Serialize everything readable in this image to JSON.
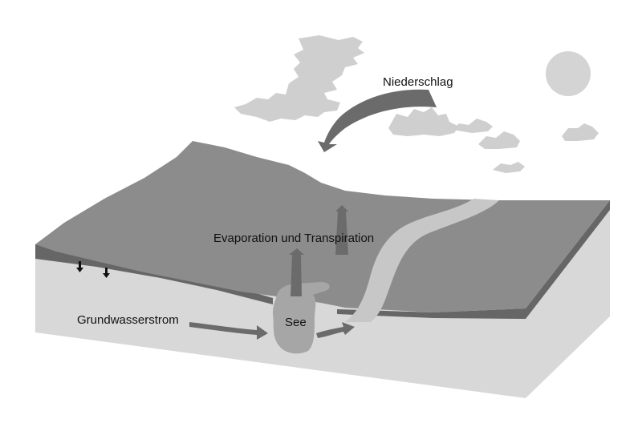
{
  "labels": {
    "precipitation": "Niederschlag",
    "evaporation": "Evaporation und Transpiration",
    "groundwater": "Grundwasserstrom",
    "lake": "See"
  },
  "colors": {
    "ground_side": "#d8d8d8",
    "ground_top": "#8c8c8c",
    "ground_edge": "#666666",
    "river": "#c7c7c7",
    "lake": "#a6a6a6",
    "arrow": "#6b6b6b",
    "cloud": "#cfcfcf",
    "sun": "#d4d4d4"
  },
  "icons": [
    "cloud-icon",
    "sun-icon",
    "arrow-icon"
  ]
}
